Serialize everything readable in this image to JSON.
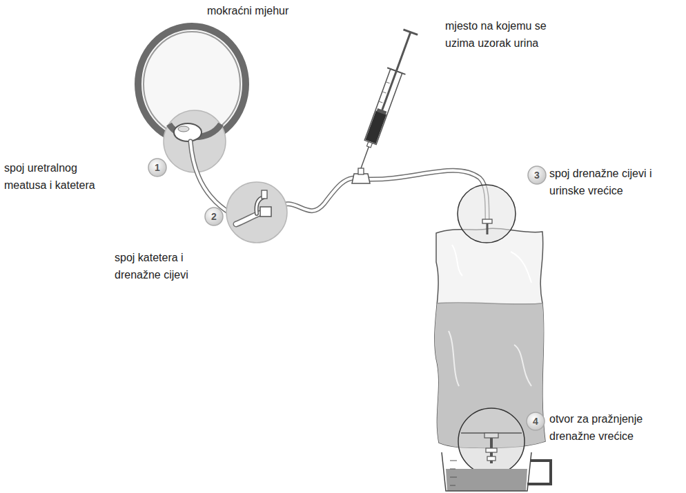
{
  "diagram": {
    "labels": [
      "mokraćni mjehur",
      "mjesto na kojemu se uzima uzorak urina",
      "1",
      "spoj uretralnog meatusa i katetera",
      "3",
      "spoj drenažne cijevi i urinske vrećice",
      "2",
      "spoj katetera i drenažne cijevi",
      "4",
      "otvor za pražnjenje drenažne vrećice"
    ]
  }
}
